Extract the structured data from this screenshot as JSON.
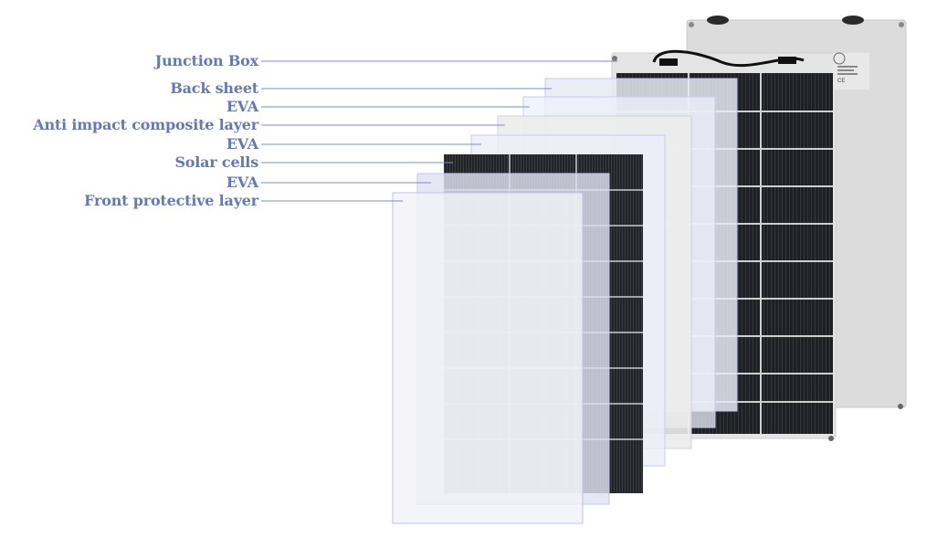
{
  "labels": {
    "junction_box": "Junction Box",
    "back_sheet": "Back sheet",
    "eva_1": "EVA",
    "anti_impact": "Anti impact composite layer",
    "eva_2": "EVA",
    "solar_cells": "Solar cells",
    "eva_3": "EVA",
    "front_protective": "Front protective layer"
  },
  "colors": {
    "label_text": "#6679b3",
    "leader_line": "#7d8cc0",
    "back_panel": "#dcdcdc",
    "cell_panel": "#1e1e22",
    "film_tint": "#c7cdee"
  }
}
